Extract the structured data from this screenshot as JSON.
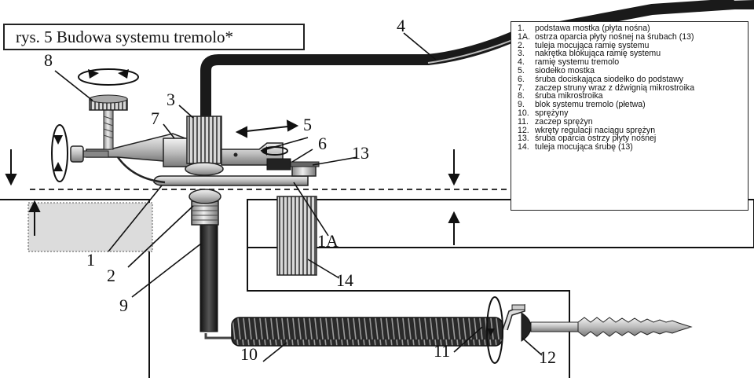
{
  "title": "rys. 5 Budowa systemu tremolo*",
  "legend": [
    {
      "num": "1.",
      "text": "podstawa mostka (płyta nośna)"
    },
    {
      "num": "1A.",
      "text": "ostrza oparcia płyty nośnej na śrubach (13)"
    },
    {
      "num": "2.",
      "text": "tuleja mocująca ramię systemu"
    },
    {
      "num": "3.",
      "text": "nakrętka blokująca ramię systemu"
    },
    {
      "num": "4.",
      "text": "ramię systemu tremolo"
    },
    {
      "num": "5.",
      "text": "siodełko mostka"
    },
    {
      "num": "6.",
      "text": "śruba dociskająca siodełko do podstawy"
    },
    {
      "num": "7.",
      "text": "zaczep struny wraz z dźwignią mikrostroika"
    },
    {
      "num": "8.",
      "text": "śruba mikrostroika"
    },
    {
      "num": "9.",
      "text": "blok systemu tremolo (płetwa)"
    },
    {
      "num": "10.",
      "text": "sprężyny"
    },
    {
      "num": "11.",
      "text": "zaczep sprężyn"
    },
    {
      "num": "12.",
      "text": "wkręty regulacji naciągu sprężyn"
    },
    {
      "num": "13.",
      "text": "śruba oparcia ostrzy płyty nośnej"
    },
    {
      "num": "14.",
      "text": "tuleja mocująca śrubę (13)"
    }
  ],
  "callouts": {
    "c1": "1",
    "c1a": "1A",
    "c2": "2",
    "c3": "3",
    "c4": "4",
    "c5": "5",
    "c6": "6",
    "c7": "7",
    "c8": "8",
    "c9": "9",
    "c10": "10",
    "c11": "11",
    "c12": "12",
    "c13": "13",
    "c14": "14"
  }
}
